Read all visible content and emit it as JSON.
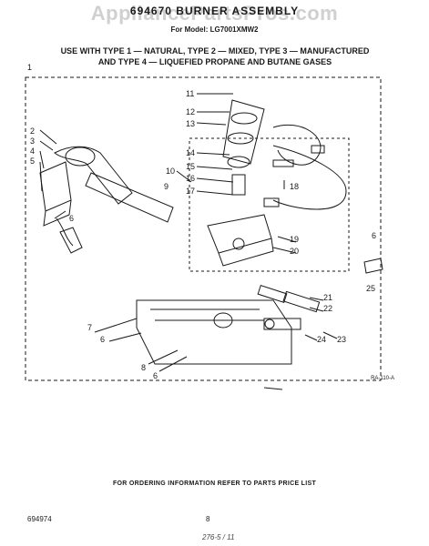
{
  "document": {
    "watermark": "AppliancePartsPros.com",
    "title": "694670 BURNER ASSEMBLY",
    "model": "For Model: LG7001XMW2",
    "use_with_line1": "USE WITH TYPE 1 — NATURAL, TYPE 2 — MIXED, TYPE 3 — MANUFACTURED",
    "use_with_line2": "AND TYPE 4 — LIQUEFIED PROPANE AND BUTANE GASES",
    "diagram_ref": "RA-110-A",
    "footer_note": "FOR ORDERING INFORMATION REFER TO PARTS PRICE LIST",
    "publication_number": "694974",
    "page_number": "8",
    "bottom_scribble": "276-5 / 11"
  },
  "callouts": [
    "1",
    "2",
    "3",
    "4",
    "5",
    "6",
    "7",
    "6",
    "8",
    "6",
    "9",
    "10",
    "11",
    "12",
    "13",
    "14",
    "15",
    "16",
    "17",
    "18",
    "19",
    "20",
    "21",
    "22",
    "23",
    "24",
    "25",
    "6"
  ]
}
